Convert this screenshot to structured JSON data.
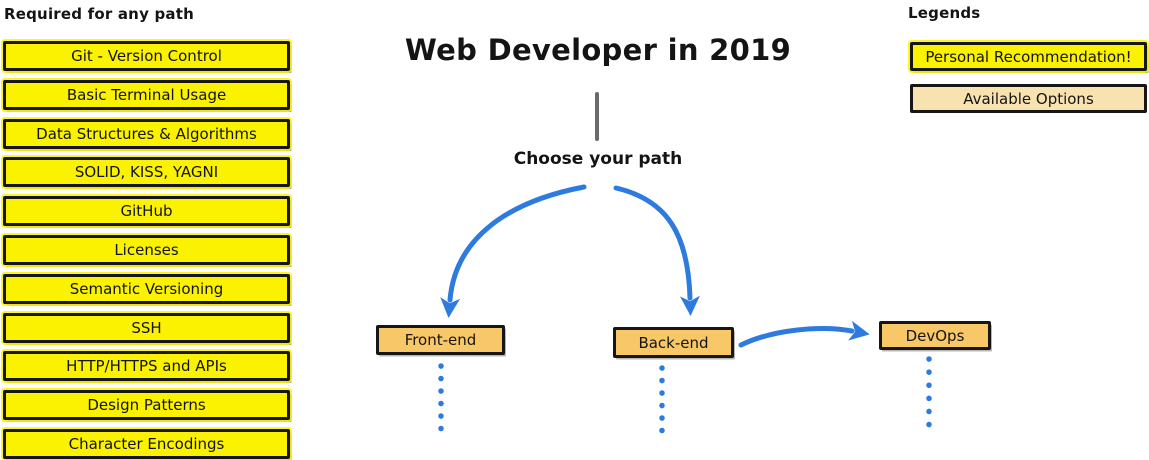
{
  "colors": {
    "yellow": "#FAF200",
    "orange": "#F8C868",
    "light_orange": "#F8E3B0",
    "blue": "#2E7BE0",
    "gray_line": "#6B6B6B",
    "border": "#161616"
  },
  "required": {
    "header": "Required for any path",
    "items": [
      "Git - Version Control",
      "Basic Terminal Usage",
      "Data Structures & Algorithms",
      "SOLID, KISS, YAGNI",
      "GitHub",
      "Licenses",
      "Semantic Versioning",
      "SSH",
      "HTTP/HTTPS and APIs",
      "Design Patterns",
      "Character Encodings"
    ]
  },
  "center": {
    "title": "Web Developer in 2019",
    "subtitle": "Choose your path",
    "paths": [
      {
        "label": "Front-end"
      },
      {
        "label": "Back-end"
      },
      {
        "label": "DevOps"
      }
    ]
  },
  "legends": {
    "header": "Legends",
    "items": [
      {
        "label": "Personal Recommendation!",
        "type": "recommendation"
      },
      {
        "label": "Available Options",
        "type": "option"
      }
    ]
  }
}
